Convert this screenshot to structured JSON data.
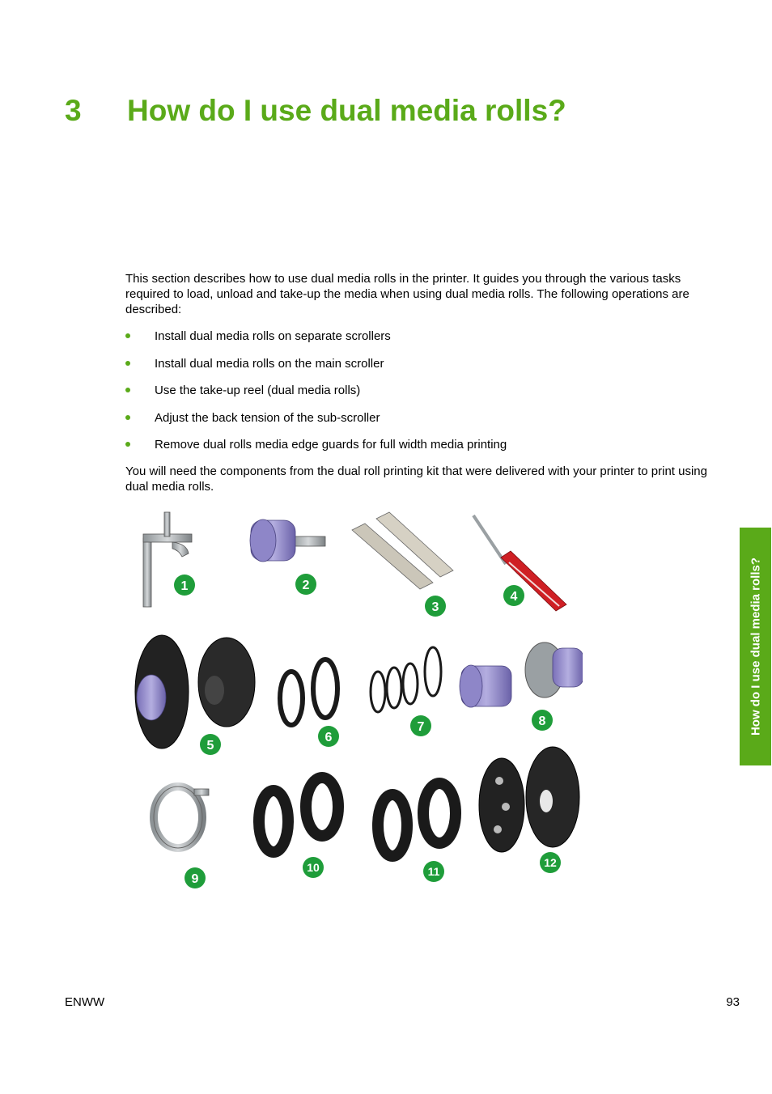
{
  "chapter": {
    "number": "3",
    "title": "How do I use dual media rolls?"
  },
  "intro_text": "This section describes how to use dual media rolls in the printer. It guides you through the various tasks required to load, unload and take-up the media when using dual media rolls. The following operations are described:",
  "bullets": [
    "Install dual media rolls on separate scrollers",
    "Install dual media rolls on the main scroller",
    "Use the take-up reel (dual media rolls)",
    "Adjust the back tension of the sub-scroller",
    "Remove dual rolls media edge guards for full width media printing"
  ],
  "outro_text": "You will need the components from the dual roll printing kit that were delivered with your printer to print using dual media rolls.",
  "figure": {
    "callouts": [
      "1",
      "2",
      "3",
      "4",
      "5",
      "6",
      "7",
      "8",
      "9",
      "10",
      "11",
      "12"
    ],
    "callout_color": "#1f9d3a"
  },
  "side_tab": {
    "label": "How do I use dual media rolls?"
  },
  "footer": {
    "left": "ENWW",
    "right": "93"
  },
  "colors": {
    "accent": "#5aaa19"
  }
}
